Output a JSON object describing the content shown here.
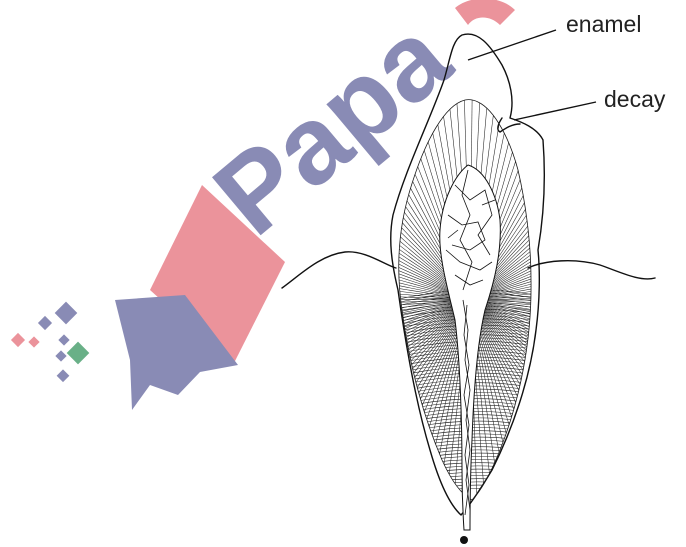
{
  "labels": {
    "enamel": "enamel",
    "decay": "decay"
  },
  "watermark": {
    "text": "PapaC",
    "colors": {
      "pink": "#e8808a",
      "purple": "#7476a8",
      "green": "#4fa272"
    }
  },
  "colors": {
    "line": "#111111",
    "label": "#222222",
    "background": "#ffffff"
  }
}
